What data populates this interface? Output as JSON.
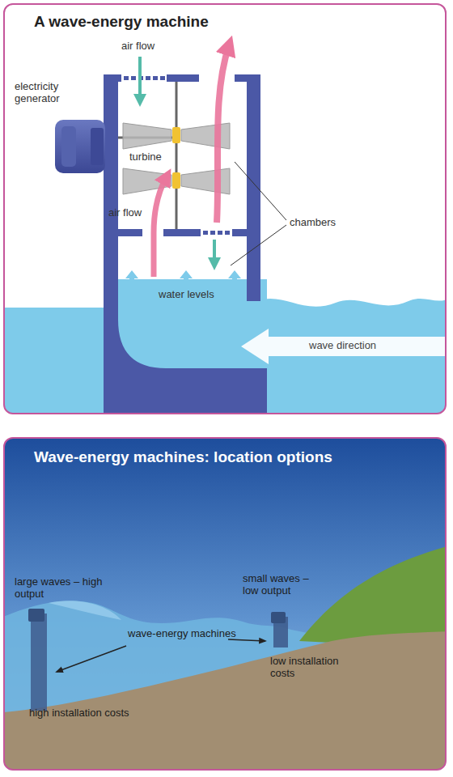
{
  "diagram": {
    "nodes": [
      {
        "text": [
          "A wave-energy machine"
        ]
      },
      {
        "text": [
          "Wave-energy machines: location options"
        ]
      }
    ],
    "labels": [
      "air flow",
      "electricity generator",
      "turbine",
      "air flow",
      "chambers",
      "water levels",
      "wave direction",
      "large waves – high output",
      "wave-energy machines",
      "small waves – low output",
      "low installation costs",
      "high installation costs"
    ]
  }
}
